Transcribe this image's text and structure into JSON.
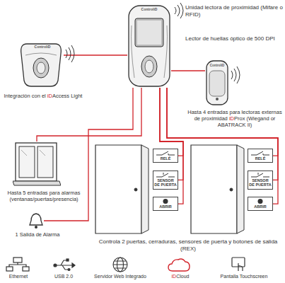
{
  "diagram": {
    "nodes": [
      {
        "text": [
          "Unidad lectora de proximidad (Mifare o RFID)",
          "Lector de huellas óptico de 500 DPI"
        ]
      },
      {
        "text": [
          "Integración con el iDAccess Light"
        ]
      },
      {
        "text": [
          "Hasta 4 entradas para lectoras externas de proximidad iDProx (Wiegand or ABATRACK II)"
        ]
      },
      {
        "text": [
          "Hasta 5 entradas para alarmas (ventanas/puertas/presencia)"
        ]
      },
      {
        "text": [
          "1 Salida de Alarma"
        ]
      },
      {
        "text": [
          "RELÉ"
        ]
      },
      {
        "text": [
          "SENSOR DE PUERTA"
        ]
      },
      {
        "text": [
          "ABRIR"
        ]
      },
      {
        "text": [
          "RELÉ"
        ]
      },
      {
        "text": [
          "SENSOR DE PUERTA"
        ]
      },
      {
        "text": [
          "ABRIR"
        ]
      }
    ],
    "edges": [
      {
        "from": 0,
        "to": 1,
        "arrow": "none"
      },
      {
        "from": 0,
        "to": 2,
        "arrow": "none"
      },
      {
        "from": 0,
        "to": 3,
        "arrow": "none"
      },
      {
        "from": 0,
        "to": 4,
        "arrow": "none"
      },
      {
        "from": 0,
        "to": 5,
        "arrow": "none"
      },
      {
        "from": 0,
        "to": 6,
        "arrow": "none"
      },
      {
        "from": 0,
        "to": 7,
        "arrow": "none"
      },
      {
        "from": 0,
        "to": 8,
        "arrow": "none"
      },
      {
        "from": 0,
        "to": 9,
        "arrow": "none"
      },
      {
        "from": 0,
        "to": 10,
        "arrow": "none"
      }
    ],
    "labels": [
      "ControliD",
      "ControliD",
      "ControliD",
      "Controla 2 puertas, cerraduras, sensores de puerta y botones de salida (REX)",
      "Ethernet",
      "USB 2.0",
      "Servidor Web Integrado",
      "iDCloud",
      "Pantalla Touchscreen"
    ]
  }
}
